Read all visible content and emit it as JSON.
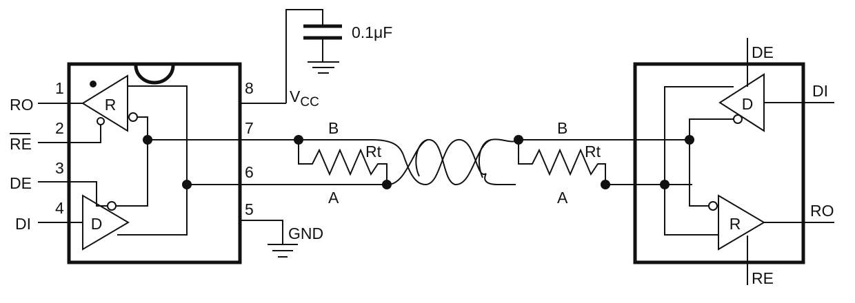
{
  "left_ic": {
    "pins": [
      {
        "num": "1",
        "name": "RO"
      },
      {
        "num": "2",
        "name": "RE"
      },
      {
        "num": "3",
        "name": "DE"
      },
      {
        "num": "4",
        "name": "DI"
      },
      {
        "num": "5",
        "name": "GND"
      },
      {
        "num": "6",
        "name": ""
      },
      {
        "num": "7",
        "name": ""
      },
      {
        "num": "8",
        "name": "V"
      }
    ],
    "vcc_sub": "CC",
    "receiver_label": "R",
    "driver_label": "D"
  },
  "capacitor_label": "0.1μF",
  "bus": {
    "line_b": "B",
    "line_a": "A",
    "rt_left": "Rt",
    "rt_right": "Rt"
  },
  "right_ic": {
    "de_label": "DE",
    "di_label": "DI",
    "ro_label": "RO",
    "re_label": "RE",
    "driver_label": "D",
    "receiver_label": "R"
  }
}
